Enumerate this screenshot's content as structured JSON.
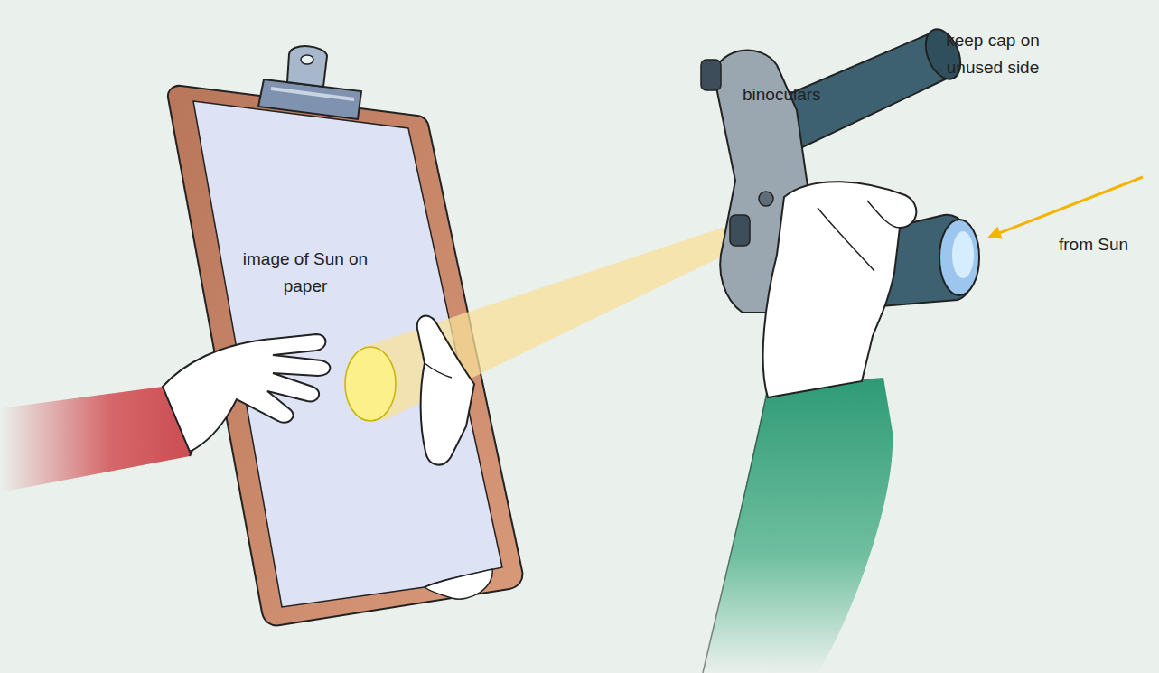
{
  "diagram": {
    "labels": [
      "binoculars",
      "keep cap on unused side",
      "image of Sun on paper",
      "from Sun"
    ]
  }
}
